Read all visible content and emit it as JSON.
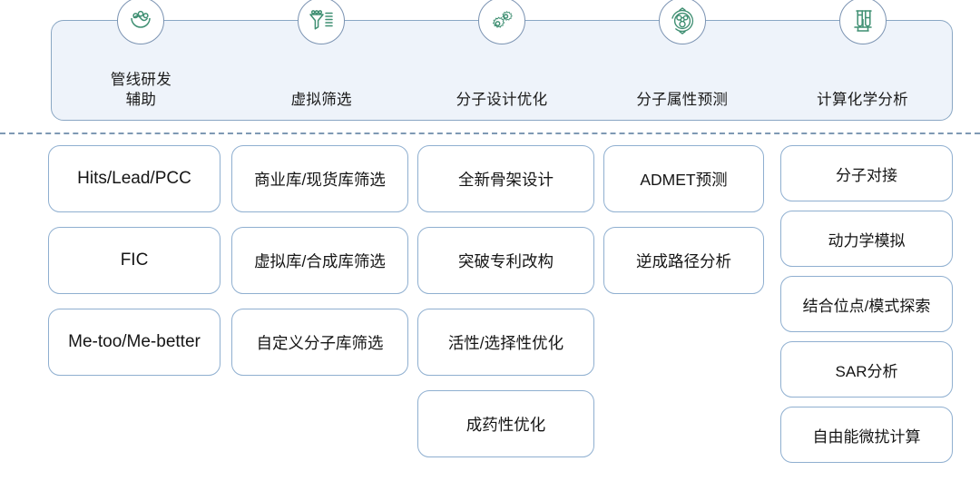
{
  "header": {
    "stages": [
      {
        "label": "管线研发\n辅助",
        "icon": "molecule-bowl-icon"
      },
      {
        "label": "虚拟筛选",
        "icon": "funnel-filter-icon"
      },
      {
        "label": "分子设计优化",
        "icon": "gears-icon"
      },
      {
        "label": "分子属性预测",
        "icon": "molecule-globe-icon"
      },
      {
        "label": "计算化学分析",
        "icon": "test-tube-rack-icon"
      }
    ]
  },
  "columns": [
    {
      "name": "pipeline-rd-column",
      "cards": [
        "Hits/Lead/PCC",
        "FIC",
        "Me-too/Me-better"
      ]
    },
    {
      "name": "virtual-screening-column",
      "cards": [
        "商业库/现货库筛选",
        "虚拟库/合成库筛选",
        "自定义分子库筛选"
      ]
    },
    {
      "name": "molecule-design-column",
      "cards": [
        "全新骨架设计",
        "突破专利改构",
        "活性/选择性优化",
        "成药性优化"
      ]
    },
    {
      "name": "property-prediction-column",
      "cards": [
        "ADMET预测",
        "逆成路径分析"
      ]
    },
    {
      "name": "computational-chemistry-column",
      "cards": [
        "分子对接",
        "动力学模拟",
        "结合位点/模式探索",
        "SAR分析",
        "自由能微扰计算"
      ]
    }
  ],
  "colors": {
    "banner_bg": "#eef3fa",
    "banner_border": "#8aa7c4",
    "card_border": "#8fafd0",
    "divider": "#7e99b4",
    "icon_accent": "#3f8f72",
    "icon_ring": "#7b93b2",
    "text": "#151515"
  }
}
